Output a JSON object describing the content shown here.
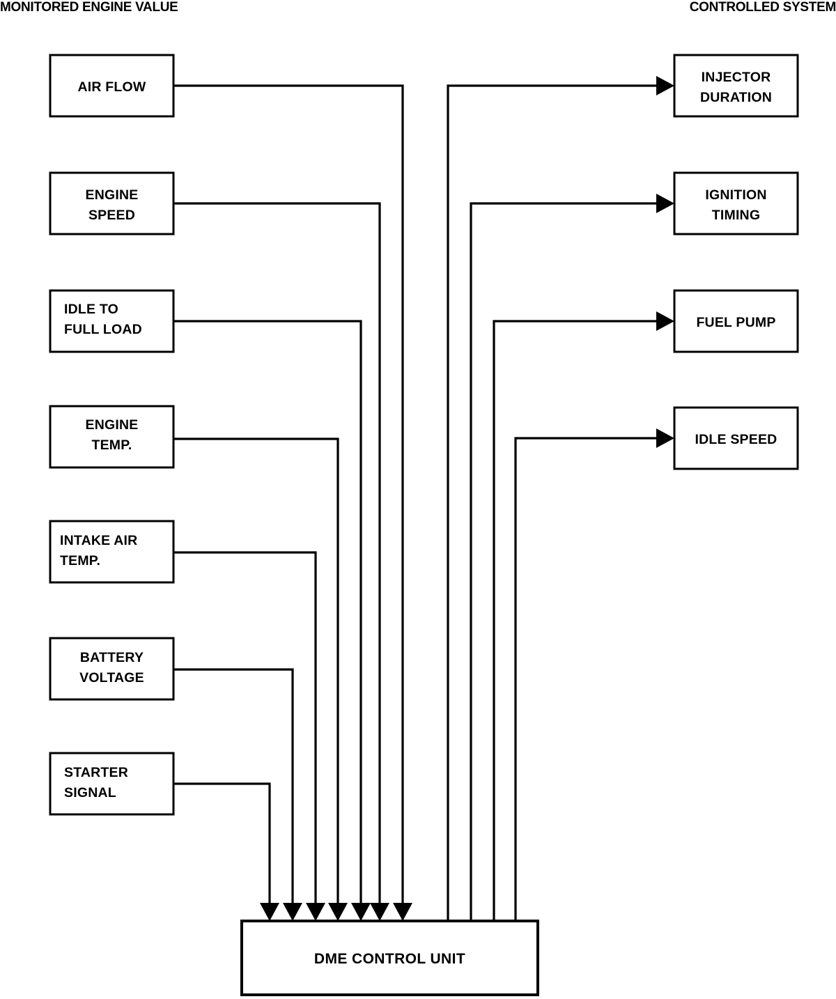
{
  "headers": {
    "left": "MONITORED ENGINE VALUE",
    "right": "CONTROLLED SYSTEM"
  },
  "controller": {
    "label": "DME CONTROL UNIT"
  },
  "inputs": [
    {
      "id": "air-flow",
      "line1": "AIR FLOW",
      "line2": "",
      "align": "center"
    },
    {
      "id": "engine-speed",
      "line1": "ENGINE",
      "line2": "SPEED",
      "align": "center"
    },
    {
      "id": "idle-to-full-load",
      "line1": "IDLE TO",
      "line2": "FULL LOAD",
      "align": "left"
    },
    {
      "id": "engine-temp",
      "line1": "ENGINE",
      "line2": "TEMP.",
      "align": "center"
    },
    {
      "id": "intake-air-temp",
      "line1": "INTAKE AIR",
      "line2": "TEMP.",
      "align": "left"
    },
    {
      "id": "battery-voltage",
      "line1": "BATTERY",
      "line2": "VOLTAGE",
      "align": "center"
    },
    {
      "id": "starter-signal",
      "line1": "STARTER",
      "line2": "SIGNAL",
      "align": "left"
    }
  ],
  "outputs": [
    {
      "id": "injector-duration",
      "line1": "INJECTOR",
      "line2": "DURATION",
      "align": "center"
    },
    {
      "id": "ignition-timing",
      "line1": "IGNITION",
      "line2": "TIMING",
      "align": "center"
    },
    {
      "id": "fuel-pump",
      "line1": "FUEL PUMP",
      "line2": "",
      "align": "center"
    },
    {
      "id": "idle-speed",
      "line1": "IDLE SPEED",
      "line2": "",
      "align": "center"
    }
  ],
  "colors": {
    "stroke": "#000000",
    "background": "#ffffff",
    "text": "#000000"
  }
}
